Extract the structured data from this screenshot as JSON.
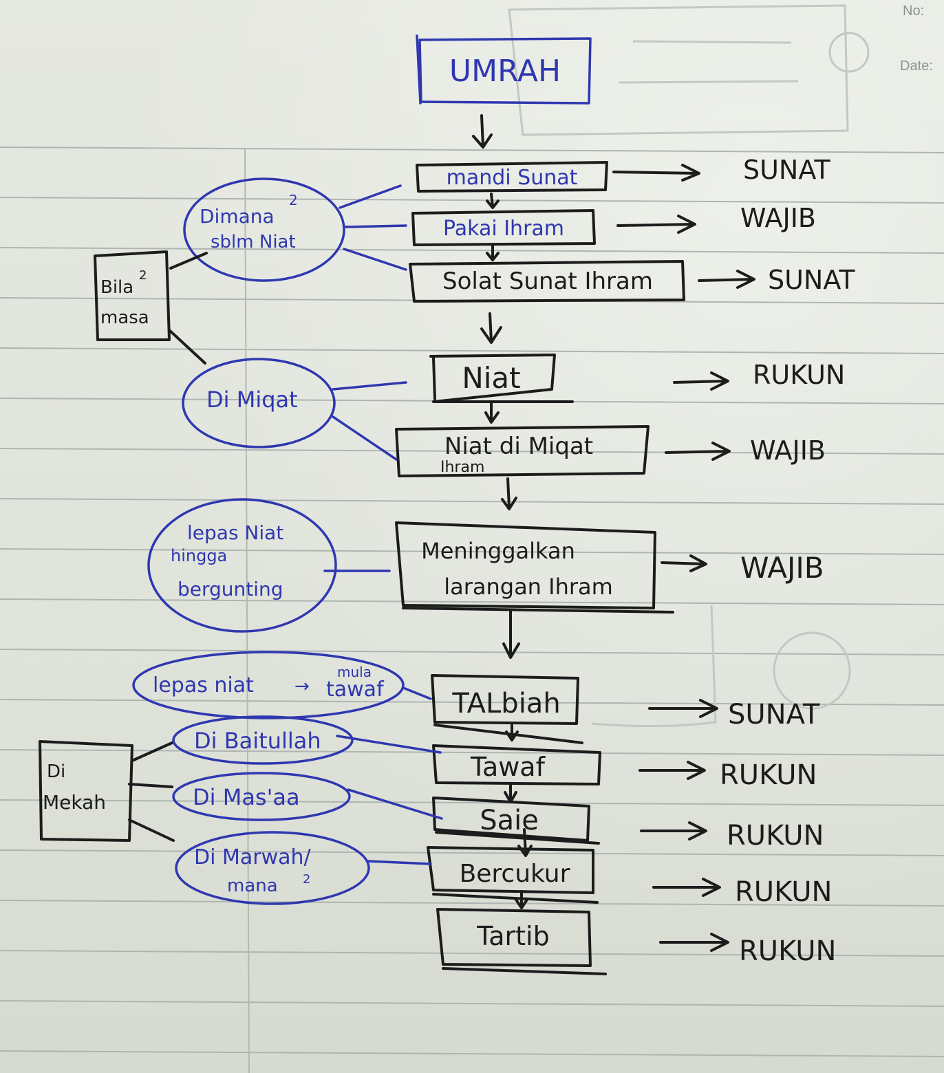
{
  "header": {
    "no_label": "No:",
    "date_label": "Date:"
  },
  "diagram": {
    "title": "UMRAH",
    "steps": [
      {
        "label": "mandi Sunat",
        "status": "SUNAT"
      },
      {
        "label": "Pakai Ihram",
        "status": "WAJIB"
      },
      {
        "label": "Solat Sunat Ihram",
        "status": "SUNAT"
      },
      {
        "label": "Niat",
        "status": "RUKUN"
      },
      {
        "label": "Niat di Miqat",
        "sublabel": "Ihram",
        "status": "WAJIB"
      },
      {
        "label": "Meninggalkan",
        "label2": "larangan Ihram",
        "status": "WAJIB"
      },
      {
        "label": "TALbiah",
        "status": "SUNAT"
      },
      {
        "label": "Tawaf",
        "status": "RUKUN"
      },
      {
        "label": "Saie",
        "status": "RUKUN"
      },
      {
        "label": "Bercukur",
        "status": "RUKUN"
      },
      {
        "label": "Tartib",
        "status": "RUKUN"
      }
    ],
    "notes": {
      "bila_masa": {
        "line1": "Bila",
        "sup": "2",
        "line2": "masa"
      },
      "dimana_niat": {
        "line1": "Dimana",
        "sup": "2",
        "line2": "sblm Niat"
      },
      "di_miqat": {
        "text": "Di Miqat"
      },
      "lepas_niat_hingga": {
        "line1": "lepas Niat",
        "line2": "hingga",
        "line3": "bergunting"
      },
      "lepas_niat_tawaf": {
        "text": "lepas niat",
        "arrow": "→",
        "small": "mula",
        "after": "tawaf"
      },
      "di_mekah": {
        "line1": "Di",
        "line2": "Mekah"
      },
      "di_baitullah": {
        "text": "Di Baitullah"
      },
      "di_masaa": {
        "text": "Di Mas'aa"
      },
      "di_marwah": {
        "line1": "Di Marwah/",
        "line2": "mana",
        "sup": "2"
      }
    }
  }
}
